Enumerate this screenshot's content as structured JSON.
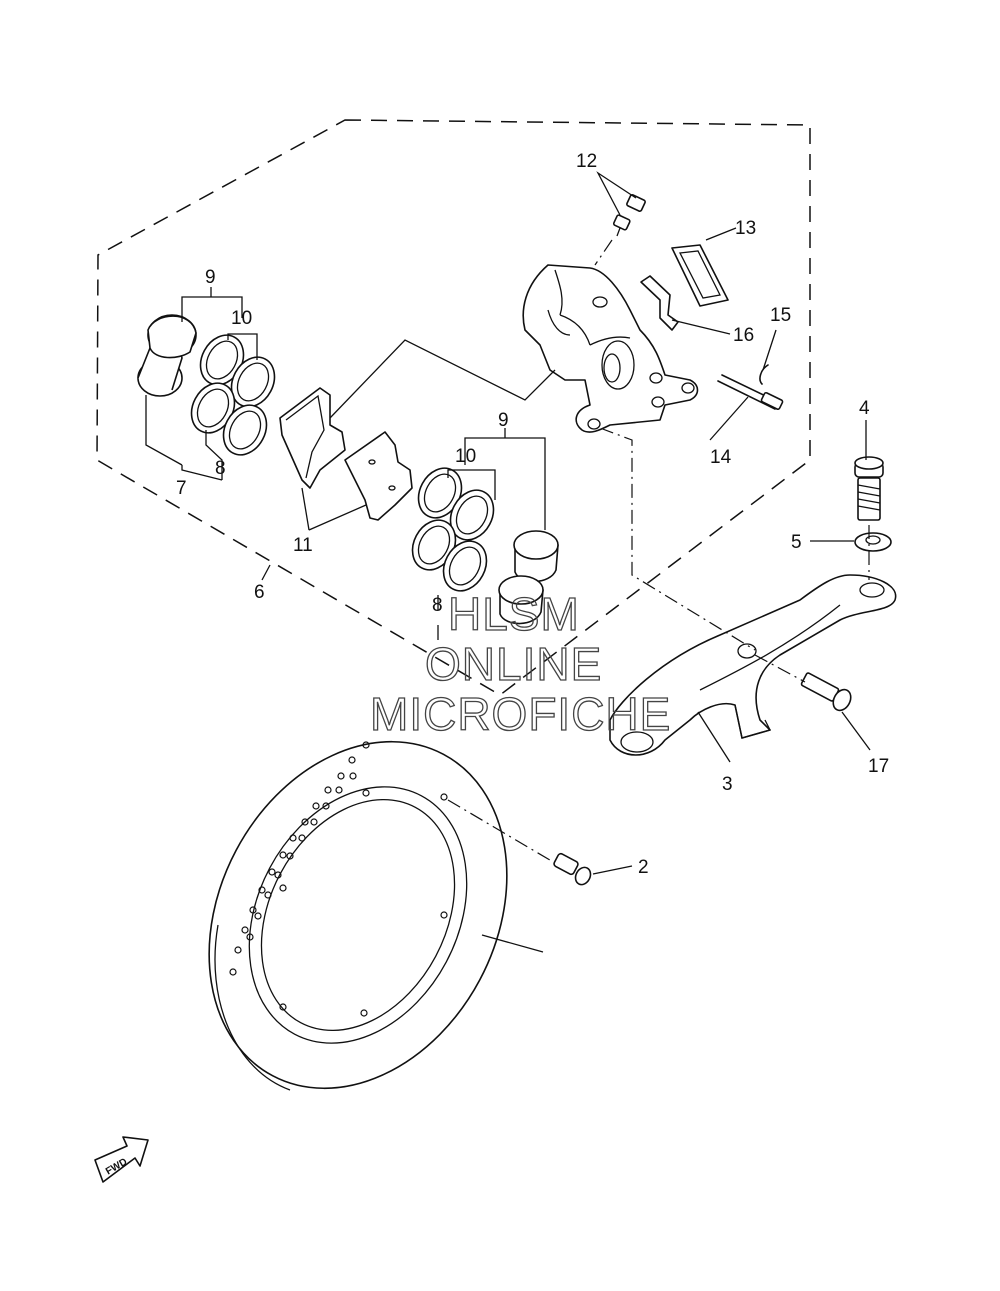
{
  "callouts": {
    "c2": "2",
    "c3": "3",
    "c4": "4",
    "c5": "5",
    "c6": "6",
    "c7": "7",
    "c8a": "8",
    "c8b": "8",
    "c9a": "9",
    "c9b": "9",
    "c10a": "10",
    "c10b": "10",
    "c11": "11",
    "c12": "12",
    "c13": "13",
    "c14": "14",
    "c15": "15",
    "c16": "16",
    "c17": "17"
  },
  "watermark": {
    "line1": "HLSM",
    "line2": "ONLINE",
    "line3": "MICROFICHE"
  },
  "fwd_label": "FWD"
}
